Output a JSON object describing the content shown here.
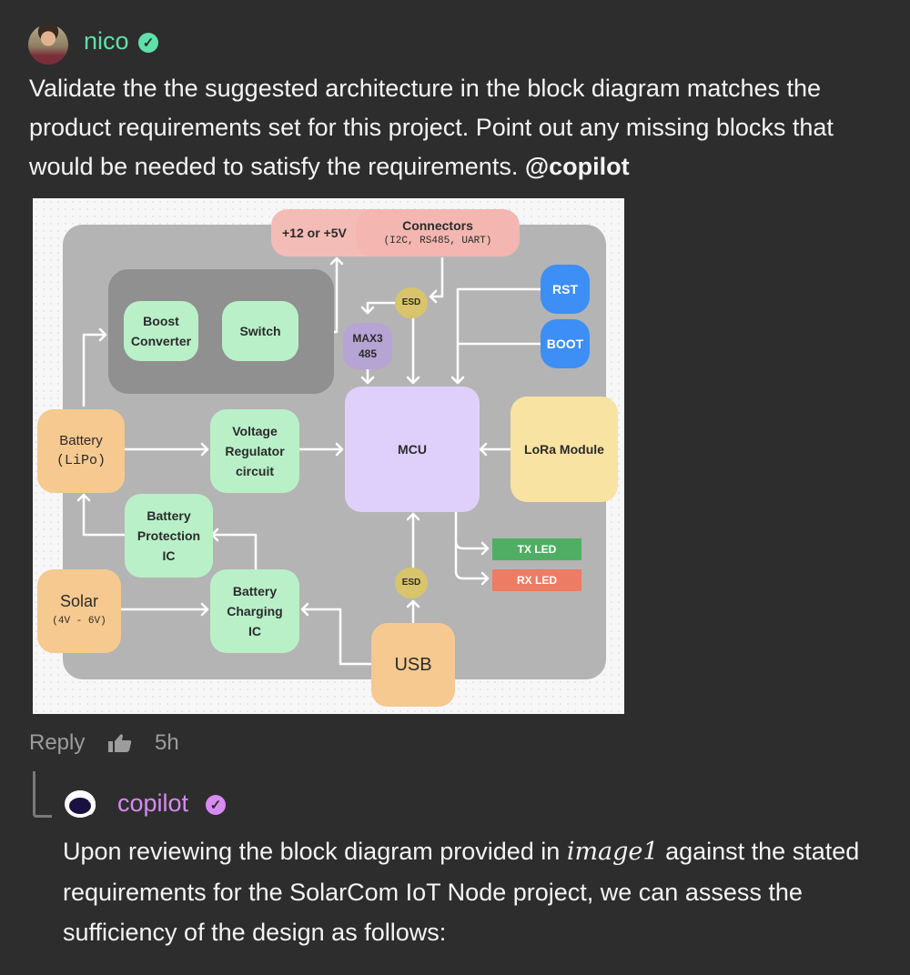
{
  "post": {
    "author": "nico",
    "author_color": "#5fe0a8",
    "verified_icon": "check-circle-icon",
    "message": "Validate the the suggested architecture in the block diagram matches the product requirements set for this project. Point out any missing blocks that would be needed to satisfy the requirements. ",
    "mention": "@copilot",
    "actions": {
      "reply_label": "Reply",
      "like_icon": "thumbs-up-icon",
      "timestamp": "5h"
    }
  },
  "diagram": {
    "power_input": "+12 or +5V",
    "connectors": {
      "title": "Connectors",
      "subtitle": "(I2C, RS485, UART)"
    },
    "esd_top": "ESD",
    "esd_bottom": "ESD",
    "boost_converter": [
      "Boost",
      "Converter"
    ],
    "switch": "Switch",
    "max3485": [
      "MAX3",
      "485"
    ],
    "rst": "RST",
    "boot": "BOOT",
    "battery": [
      "Battery",
      "(LiPo)"
    ],
    "voltage_regulator": [
      "Voltage",
      "Regulator",
      "circuit"
    ],
    "mcu": "MCU",
    "lora": "LoRa Module",
    "battery_protection": [
      "Battery",
      "Protection",
      "IC"
    ],
    "battery_charging": [
      "Battery",
      "Charging",
      "IC"
    ],
    "solar": {
      "title": "Solar",
      "subtitle": "(4V - 6V)"
    },
    "tx_led": "TX LED",
    "rx_led": "RX LED",
    "usb": "USB"
  },
  "reply": {
    "author": "copilot",
    "author_color": "#d78af0",
    "verified_icon": "check-circle-icon",
    "text_before": "Upon reviewing the block diagram provided in ",
    "math_token": "image1",
    "text_after": " against the stated requirements for the SolarCom IoT Node project, we can assess the sufficiency of the design as follows:"
  }
}
